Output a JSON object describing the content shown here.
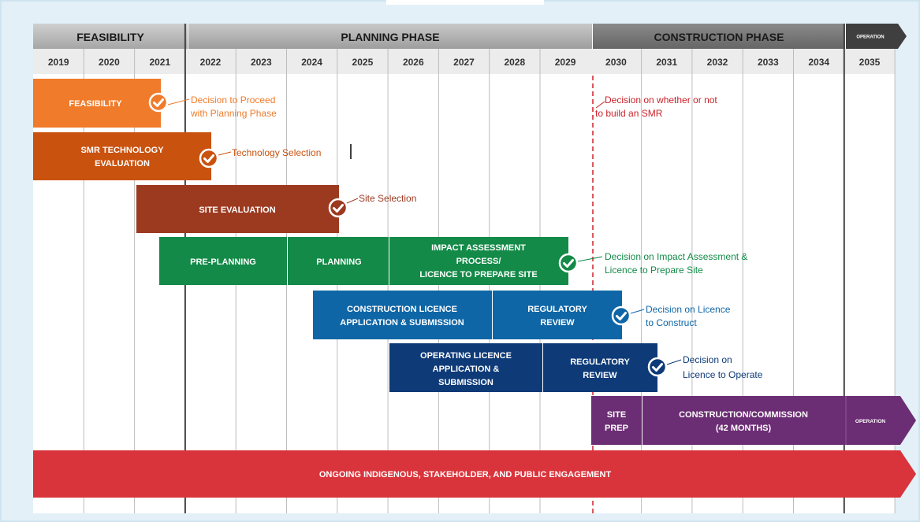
{
  "phases": {
    "feasibility": "FEASIBILITY",
    "planning": "PLANNING PHASE",
    "construction": "CONSTRUCTION PHASE",
    "operation": "OPERATION"
  },
  "years": [
    "2019",
    "2020",
    "2021",
    "2022",
    "2023",
    "2024",
    "2025",
    "2026",
    "2027",
    "2028",
    "2029",
    "2030",
    "2031",
    "2032",
    "2033",
    "2034",
    "2035"
  ],
  "bars": {
    "feasibility": "FEASIBILITY",
    "smr_line1": "SMR TECHNOLOGY",
    "smr_line2": "EVALUATION",
    "site_eval": "SITE EVALUATION",
    "pre_planning": "PRE-PLANNING",
    "planning": "PLANNING",
    "impact_line1": "IMPACT ASSESSMENT",
    "impact_line2": "PROCESS/",
    "impact_line3": "LICENCE TO PREPARE SITE",
    "cons_lic_line1": "CONSTRUCTION LICENCE",
    "cons_lic_line2": "APPLICATION & SUBMISSION",
    "reg_review_a_line1": "REGULATORY",
    "reg_review_a_line2": "REVIEW",
    "op_lic_line1": "OPERATING LICENCE",
    "op_lic_line2": "APPLICATION &",
    "op_lic_line3": "SUBMISSION",
    "reg_review_b_line1": "REGULATORY",
    "reg_review_b_line2": "REVIEW",
    "site_prep_line1": "SITE",
    "site_prep_line2": "PREP",
    "construction_line1": "CONSTRUCTION/COMMISSION",
    "construction_line2": "(42 MONTHS)",
    "operation": "OPERATION",
    "engagement": "ONGOING INDIGENOUS, STAKEHOLDER, AND PUBLIC ENGAGEMENT"
  },
  "milestones": {
    "proceed_line1": "Decision to Proceed",
    "proceed_line2": "with Planning Phase",
    "tech_selection": "Technology Selection",
    "site_selection": "Site Selection",
    "impact_line1": "Decision on Impact Assessment &",
    "impact_line2": "Licence to Prepare Site",
    "construct_line1": "Decision on Licence",
    "construct_line2": "to Construct",
    "operate_line1": "Decision on",
    "operate_line2": "Licence to Operate",
    "build_line1": "Decision on whether or not",
    "build_line2": "to build an SMR"
  },
  "colors": {
    "feasibility": "#f07b2b",
    "smr": "#c9520f",
    "site_eval": "#9c3a20",
    "green": "#138a47",
    "blue": "#0e66a6",
    "navy": "#0e3a78",
    "purple": "#6b2d73",
    "red": "#d9343b",
    "decision_red": "#cc2229"
  }
}
